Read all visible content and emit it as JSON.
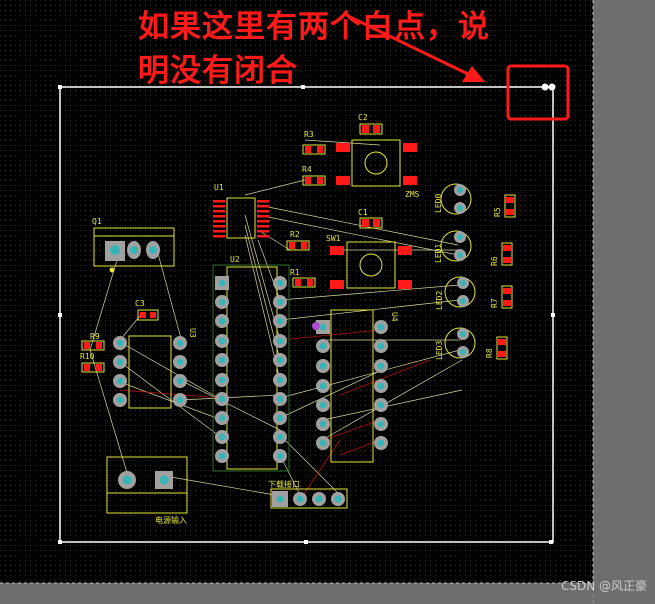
{
  "annotation": {
    "line1": "如果这里有两个白点，说",
    "line2": "明没有闭合"
  },
  "watermark": "CSDN @风正豪",
  "colors": {
    "background": "#000000",
    "grid_dot": "#2a2a2a",
    "board_outline": "#ffffff",
    "silkscreen": "#e6e63c",
    "pad_top": "#ff1a1a",
    "pad_through": "#a0a0a0",
    "via_hole": "#35b5b5",
    "ratsnest": "#d8d8a0",
    "trace": "#b01010",
    "annotation_red": "#ff1a1a",
    "sidebar": "#6e6e6e"
  },
  "components": {
    "q1": "Q1",
    "u1": "U1",
    "u2": "U2",
    "u3": "U3",
    "u4": "U4",
    "c1": "C1",
    "c2": "C2",
    "c3": "C3",
    "r1": "R1",
    "r2": "R2",
    "r3": "R3",
    "r4": "R4",
    "r5": "R5",
    "r6": "R6",
    "r7": "R7",
    "r8": "R8",
    "r9": "R9",
    "r10": "R10",
    "sw1": "SW1",
    "zms": "ZMS",
    "led0": "LED0",
    "led1": "LED1",
    "led2": "LED2",
    "led3": "LED3",
    "p1": "电源输入",
    "p2": "下载接口"
  }
}
